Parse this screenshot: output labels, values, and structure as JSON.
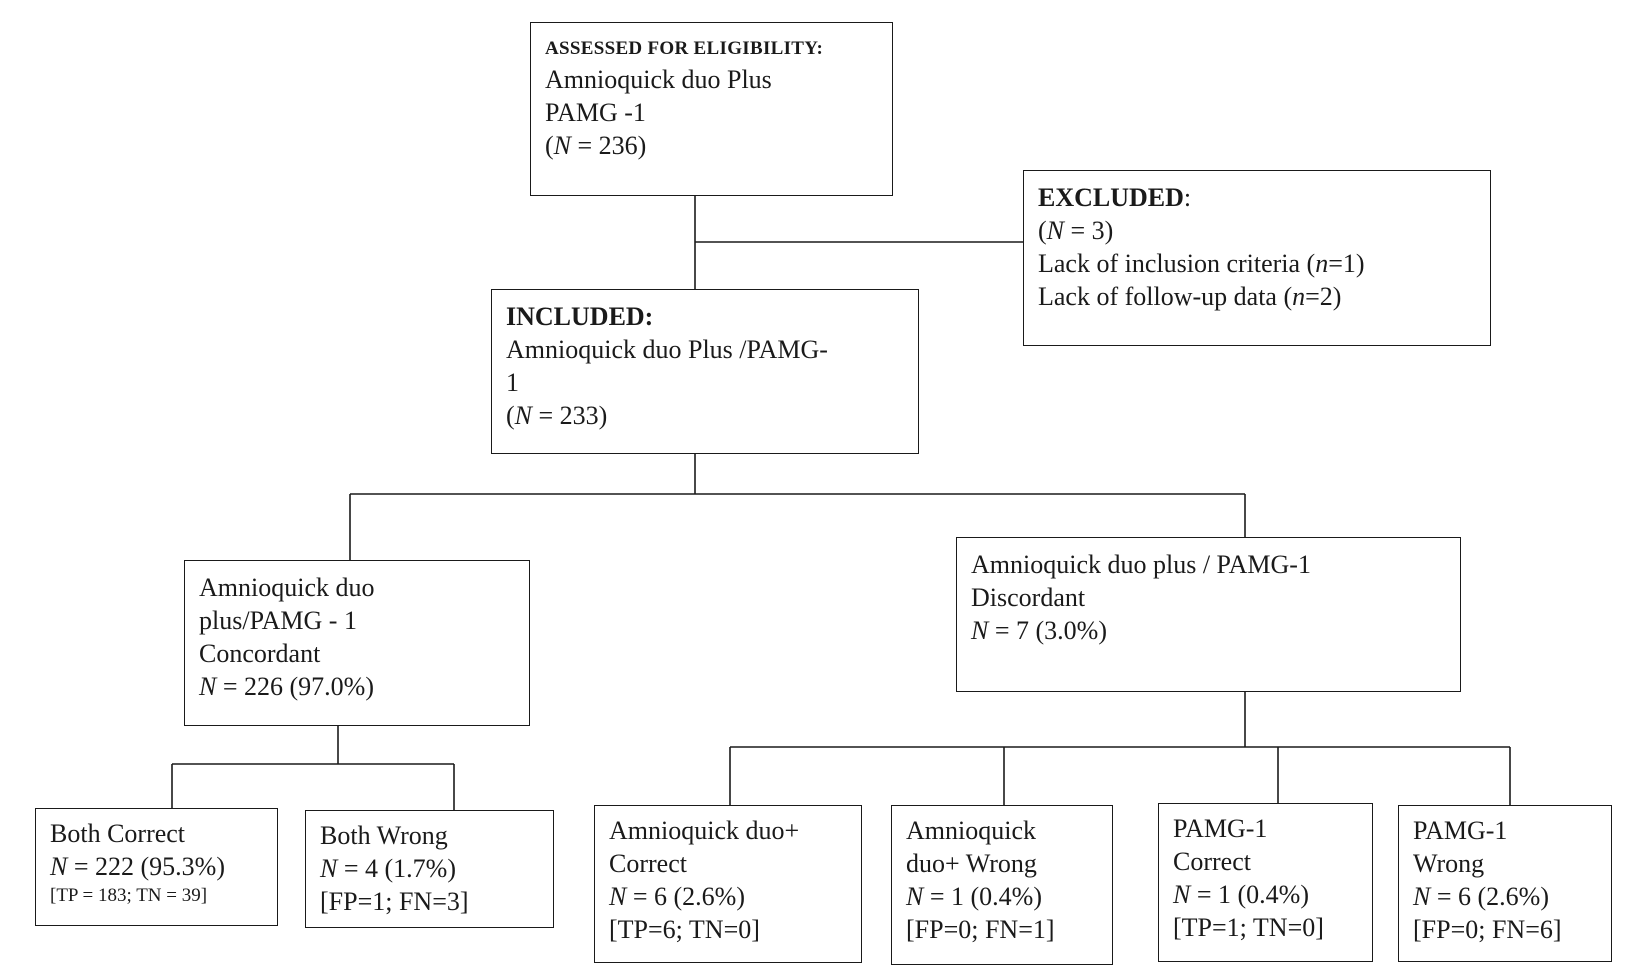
{
  "assessed": {
    "heading": "ASSESSED FOR ELIGIBILITY:",
    "line1": "Amnioquick duo Plus",
    "line2": "PAMG -1",
    "n_symbol": "N",
    "n_value": " = 236)"
  },
  "excluded": {
    "heading": "EXCLUDED",
    "heading_colon": ":",
    "n_symbol": "N",
    "n_value": " = 3)",
    "reason1_text": "Lack of inclusion criteria (",
    "reason1_symbol": "n",
    "reason1_value": "=1)",
    "reason2_text": "Lack of follow-up data (",
    "reason2_symbol": "n",
    "reason2_value": "=2)"
  },
  "included": {
    "heading": "INCLUDED:",
    "line1": "Amnioquick duo Plus /PAMG-",
    "line2": "1",
    "n_symbol": "N",
    "n_value": " = 233)"
  },
  "concordant": {
    "line1": "Amnioquick duo",
    "line2": "plus/PAMG - 1",
    "line3": "Concordant",
    "n_symbol": "N",
    "n_value": " = 226 (97.0%)"
  },
  "discordant": {
    "line1": "Amnioquick duo plus / PAMG-1",
    "line2": "Discordant",
    "n_symbol": "N",
    "n_value": " = 7 (3.0%)"
  },
  "both_correct": {
    "line1": "Both Correct",
    "n_symbol": "N",
    "n_value": " = 222 (95.3%)",
    "detail": "[TP = 183; TN = 39]"
  },
  "both_wrong": {
    "line1": "Both Wrong",
    "n_symbol": "N",
    "n_value": " = 4 (1.7%)",
    "detail": "[FP=1; FN=3]"
  },
  "amnio_correct": {
    "line1": "Amnioquick duo+",
    "line2": "Correct",
    "n_symbol": "N",
    "n_value": " = 6 (2.6%)",
    "detail": "[TP=6; TN=0]"
  },
  "amnio_wrong": {
    "line1": "Amnioquick",
    "line2": "duo+ Wrong",
    "n_symbol": "N",
    "n_value": " = 1 (0.4%)",
    "detail": "[FP=0; FN=1]"
  },
  "pamg_correct": {
    "line1": "PAMG-1",
    "line2": "Correct",
    "n_symbol": "N",
    "n_value": " = 1 (0.4%)",
    "detail": "[TP=1; TN=0]"
  },
  "pamg_wrong": {
    "line1": "PAMG-1",
    "line2": "Wrong",
    "n_symbol": "N",
    "n_value": " = 6 (2.6%)",
    "detail": "[FP=0; FN=6]"
  }
}
